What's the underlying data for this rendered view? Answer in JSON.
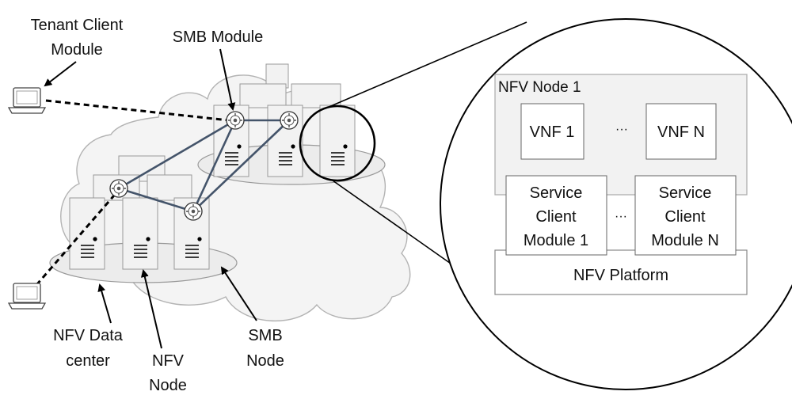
{
  "labels": {
    "tenant_client_line1": "Tenant Client",
    "tenant_client_line2": "Module",
    "smb_module": "SMB Module",
    "nfv_datacenter_line1": "NFV Data",
    "nfv_datacenter_line2": "center",
    "nfv_node_line1": "NFV",
    "nfv_node_line2": "Node",
    "smb_node_line1": "SMB",
    "smb_node_line2": "Node"
  },
  "zoom": {
    "node_title": "NFV Node 1",
    "vnf_first": "VNF 1",
    "vnf_last": "VNF N",
    "vnf_ellipsis": "···",
    "scm_first_line1": "Service",
    "scm_first_line2": "Client",
    "scm_first_line3": "Module 1",
    "scm_last_line1": "Service",
    "scm_last_line2": "Client",
    "scm_last_line3": "Module N",
    "scm_ellipsis": "···",
    "platform": "NFV Platform"
  }
}
